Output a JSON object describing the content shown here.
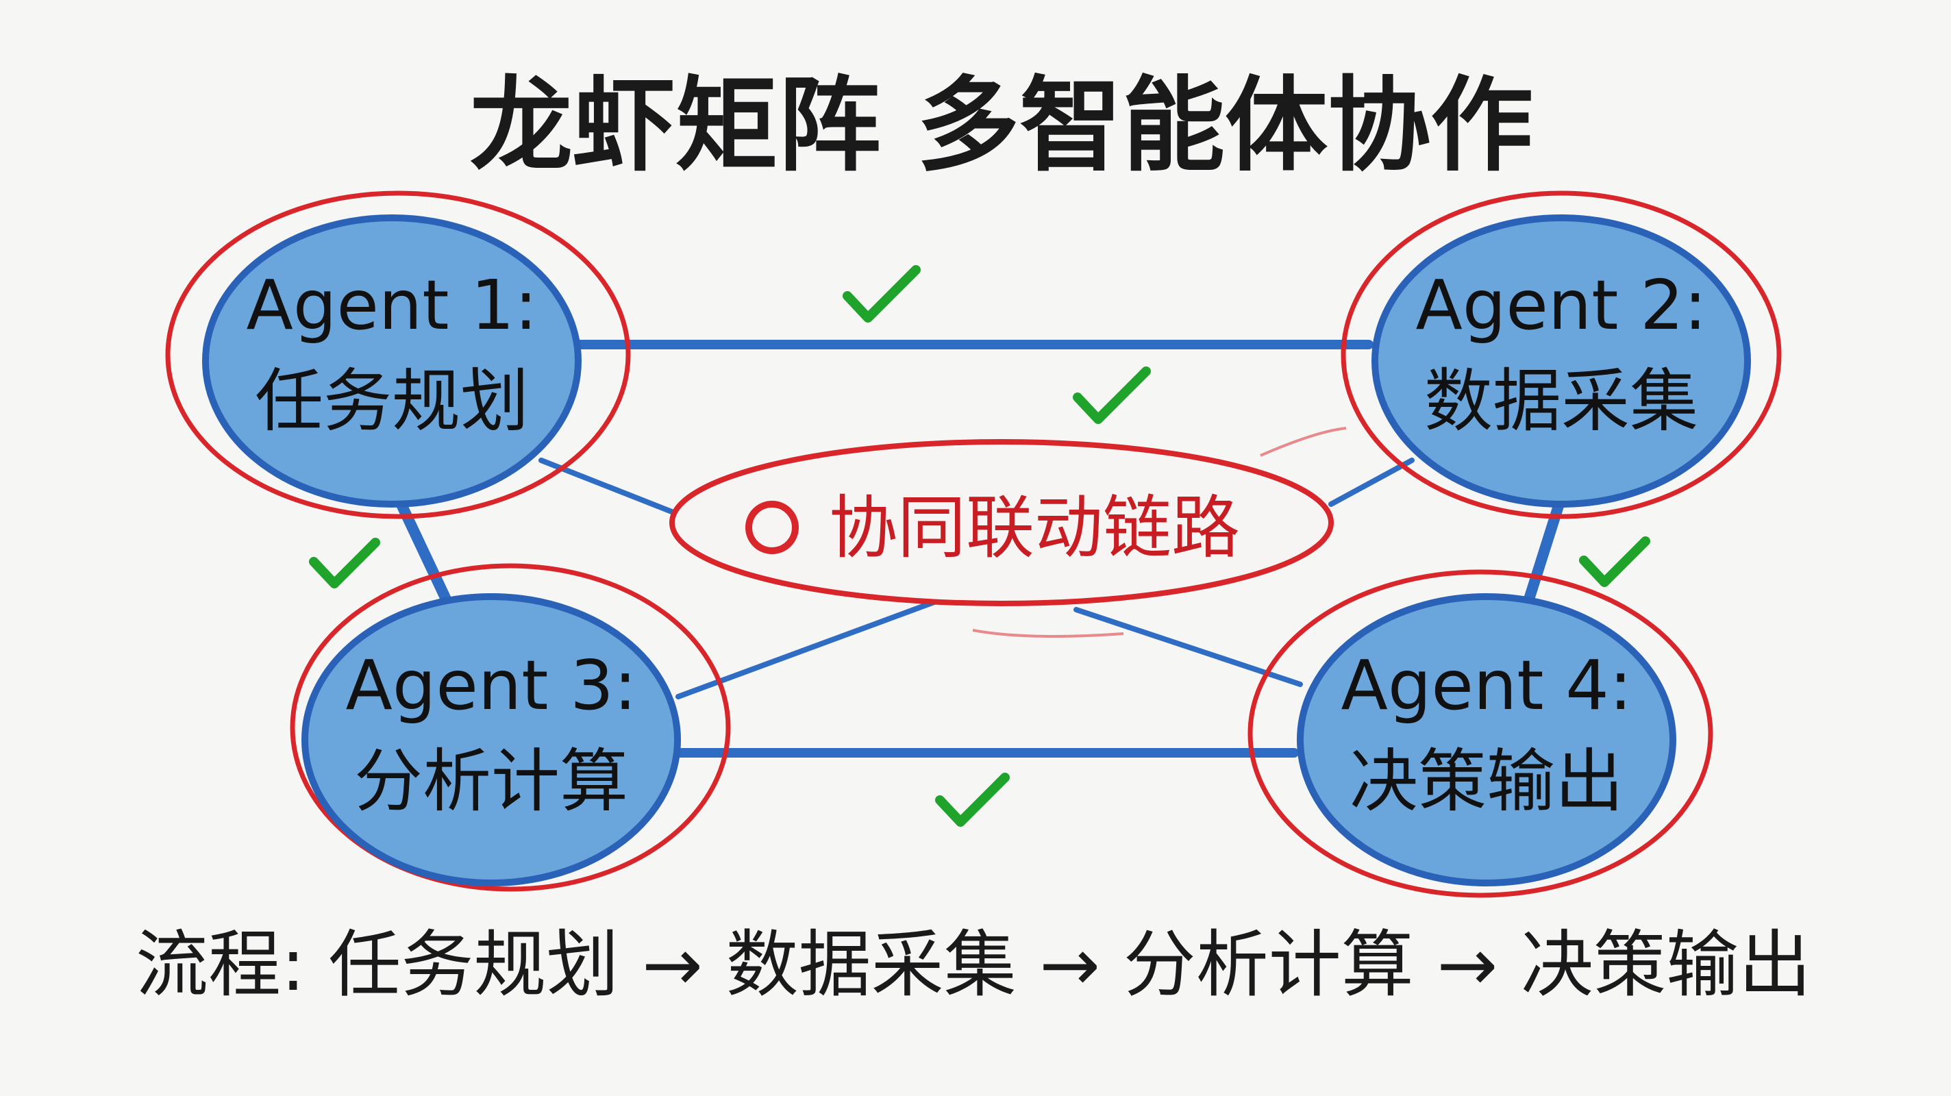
{
  "title": "龙虾矩阵 多智能体协作",
  "agents": [
    {
      "label": "Agent 1:",
      "role": "任务规划"
    },
    {
      "label": "Agent 2:",
      "role": "数据采集"
    },
    {
      "label": "Agent 3:",
      "role": "分析计算"
    },
    {
      "label": "Agent 4:",
      "role": "决策输出"
    }
  ],
  "center_label": "协同联动链路",
  "footer": "流程: 任务规划 → 数据采集 → 分析计算 → 决策输出",
  "colors": {
    "node_fill": "#6aa6dc",
    "node_stroke": "#2a62b8",
    "ring": "#d9262b",
    "check": "#1fa32b",
    "link": "#2f6cc4"
  }
}
